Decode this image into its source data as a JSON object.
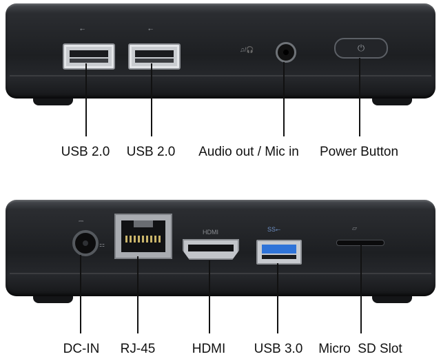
{
  "labels": {
    "top": [
      "USB 2.0",
      "USB 2.0",
      "Audio out / Mic in",
      "Power Button"
    ],
    "bottom": [
      "DC-IN",
      "RJ-45",
      "HDMI",
      "USB 3.0",
      "Micro  SD Slot"
    ]
  },
  "port_markings": {
    "usb2_symbol": "⭠",
    "audio_symbol": "♫/🎧",
    "power_symbol": "⏻",
    "hdmi_text": "HDMI",
    "usb3_symbol": "SS⭠",
    "network_symbol": "⚏"
  },
  "colors": {
    "device_body": "#1d1f22",
    "usb3_blue": "#2f73d8",
    "leader_line": "#111111"
  }
}
